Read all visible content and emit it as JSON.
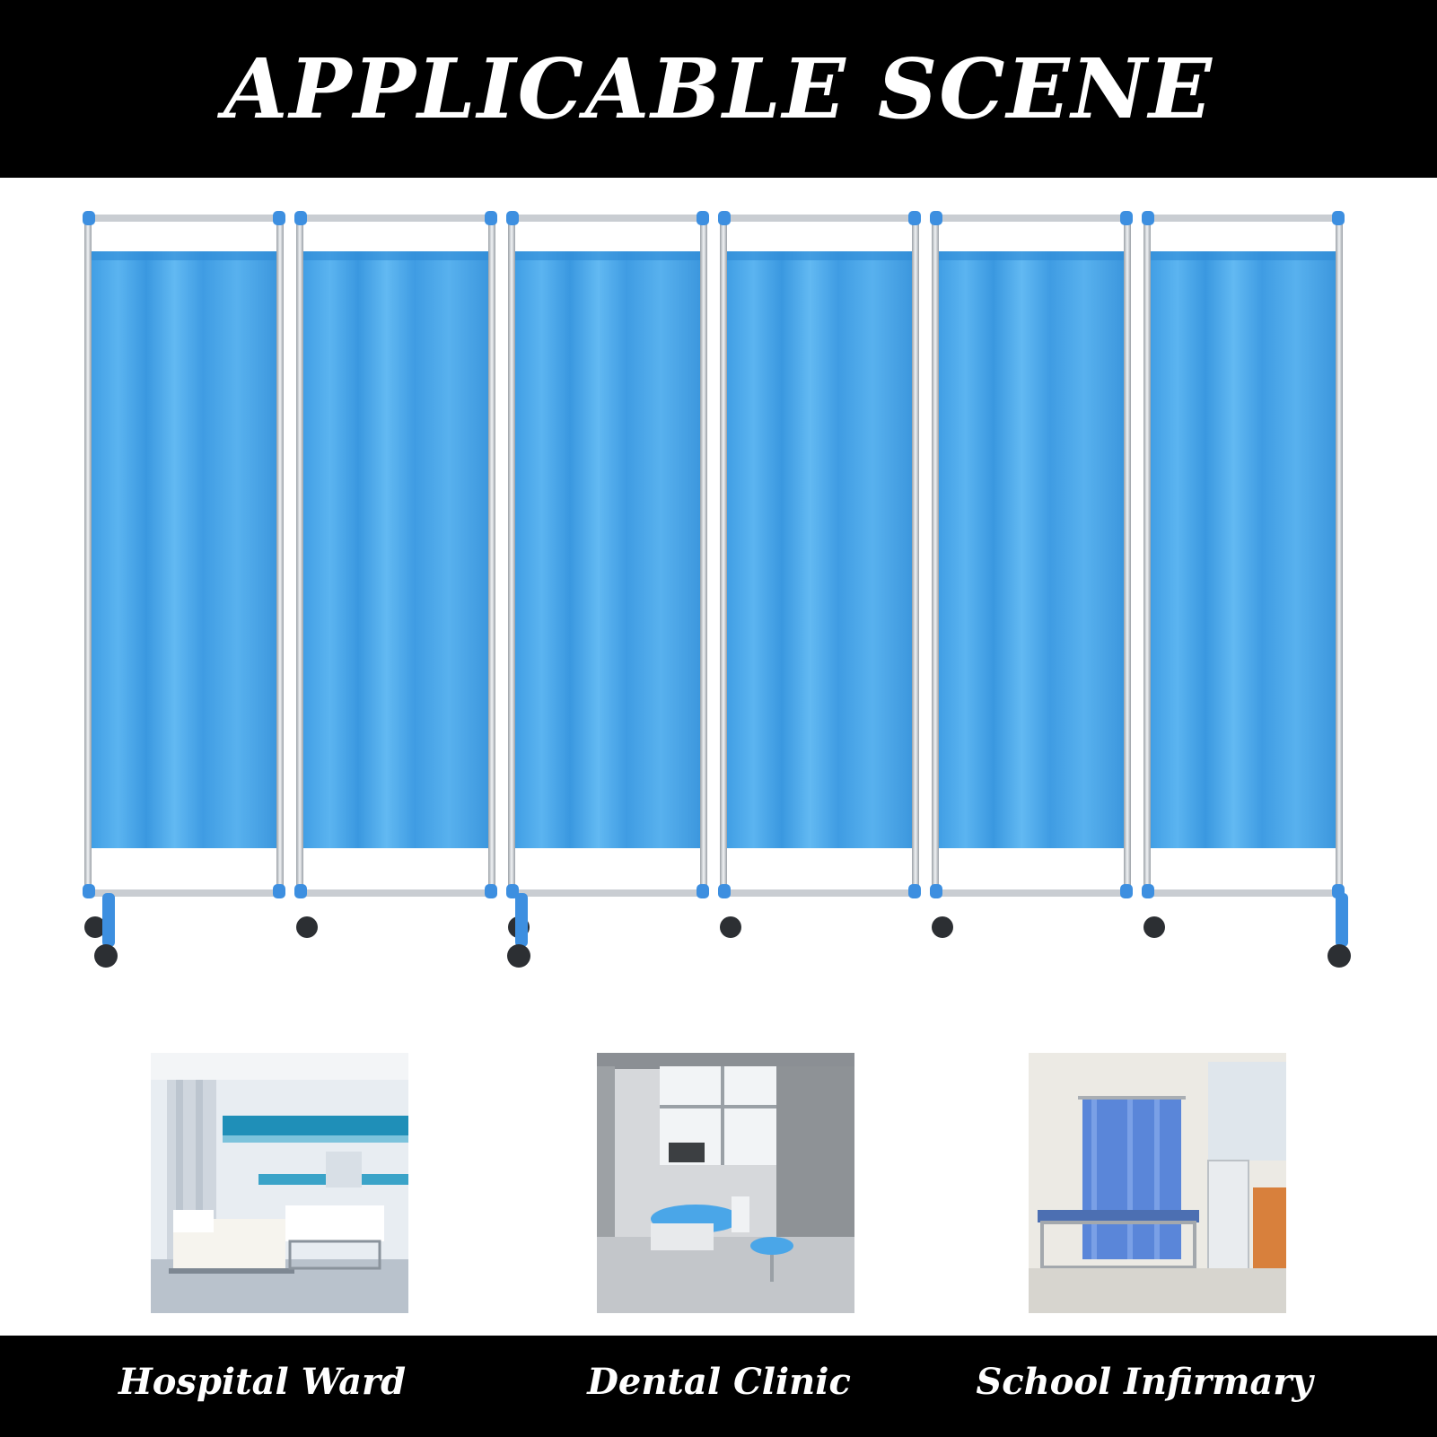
{
  "header": {
    "title": "APPLICABLE SCENE"
  },
  "product": {
    "image": "folding-screen-illustration",
    "curtain_color": "#4aa6e8",
    "frame_color": "#c9cdd2",
    "accent_color": "#3d8fe0"
  },
  "scenes": [
    {
      "label": "Hospital Ward",
      "image": "hospital-ward-photo"
    },
    {
      "label": "Dental Clinic",
      "image": "dental-clinic-photo"
    },
    {
      "label": "School Infirmary",
      "image": "school-infirmary-photo"
    }
  ],
  "colors": {
    "band": "#000000",
    "text": "#ffffff",
    "background": "#ffffff"
  }
}
